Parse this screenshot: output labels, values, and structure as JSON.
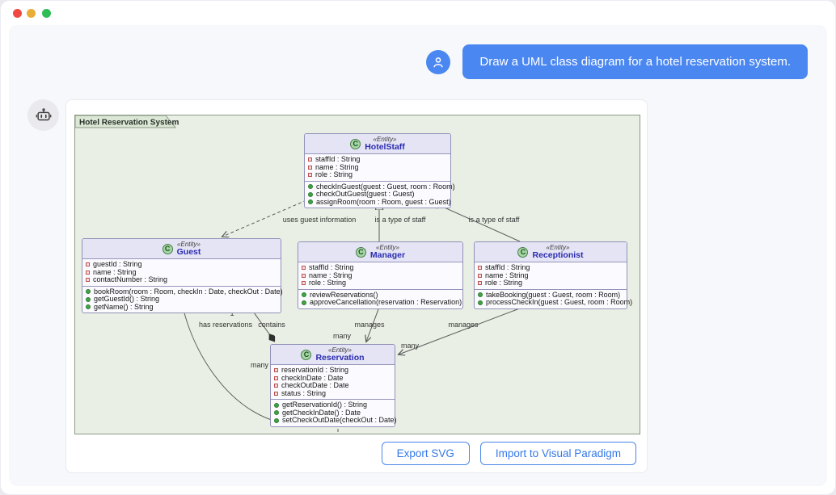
{
  "window": {
    "controls": [
      "close",
      "minimize",
      "maximize"
    ]
  },
  "chat": {
    "user_message": "Draw a UML class diagram for a hotel reservation system.",
    "user_avatar_icon": "user-icon",
    "assistant_avatar_icon": "robot-icon"
  },
  "diagram": {
    "frame_title": "Hotel Reservation System",
    "classes": [
      {
        "name": "HotelStaff",
        "stereotype": "«Entity»",
        "icon_letter": "C",
        "attributes": [
          "staffId : String",
          "name : String",
          "role : String"
        ],
        "methods": [
          "checkInGuest(guest : Guest, room : Room)",
          "checkOutGuest(guest : Guest)",
          "assignRoom(room : Room, guest : Guest)"
        ]
      },
      {
        "name": "Guest",
        "stereotype": "«Entity»",
        "icon_letter": "C",
        "attributes": [
          "guestId : String",
          "name : String",
          "contactNumber : String"
        ],
        "methods": [
          "bookRoom(room : Room, checkIn : Date, checkOut : Date)",
          "getGuestId() : String",
          "getName() : String"
        ]
      },
      {
        "name": "Manager",
        "stereotype": "«Entity»",
        "icon_letter": "C",
        "attributes": [
          "staffId : String",
          "name : String",
          "role : String"
        ],
        "methods": [
          "reviewReservations()",
          "approveCancellation(reservation : Reservation)"
        ]
      },
      {
        "name": "Receptionist",
        "stereotype": "«Entity»",
        "icon_letter": "C",
        "attributes": [
          "staffId : String",
          "name : String",
          "role : String"
        ],
        "methods": [
          "takeBooking(guest : Guest, room : Room)",
          "processCheckIn(guest : Guest, room : Room)"
        ]
      },
      {
        "name": "Reservation",
        "stereotype": "«Entity»",
        "icon_letter": "C",
        "attributes": [
          "reservationId : String",
          "checkInDate : Date",
          "checkOutDate : Date",
          "status : String"
        ],
        "methods": [
          "getReservationId() : String",
          "getCheckInDate() : Date",
          "setCheckOutDate(checkOut : Date)"
        ]
      }
    ],
    "relationships": [
      {
        "type": "dependency",
        "from": "HotelStaff",
        "to": "Guest",
        "label": "uses guest information"
      },
      {
        "type": "generalization",
        "from": "Manager",
        "to": "HotelStaff",
        "label": "is a type of staff"
      },
      {
        "type": "generalization",
        "from": "Receptionist",
        "to": "HotelStaff",
        "label": "is a type of staff"
      },
      {
        "type": "association",
        "from": "Guest",
        "to": "Reservation",
        "label": "has reservations",
        "to_multiplicity": "many"
      },
      {
        "type": "composition",
        "from": "Guest",
        "to": "Reservation",
        "label": "contains",
        "from_multiplicity": "1"
      },
      {
        "type": "association",
        "from": "Manager",
        "to": "Reservation",
        "label": "manages",
        "to_multiplicity": "many"
      },
      {
        "type": "association",
        "from": "Receptionist",
        "to": "Reservation",
        "label": "manages",
        "to_multiplicity": "many"
      }
    ],
    "colors": {
      "frame_background": "#e9efe4",
      "class_header": "#e4e4f5",
      "class_body": "#fbfbff",
      "class_border": "#9191b8",
      "class_name_text": "#2b2bb0",
      "edge_stroke": "#5a5a5a"
    }
  },
  "actions": {
    "export_svg": "Export SVG",
    "import_vp": "Import to Visual Paradigm"
  },
  "accent": {
    "bubble_blue": "#4b87f0",
    "button_blue": "#3478e8",
    "traffic_red": "#ee4a41",
    "traffic_yellow": "#e9ae35",
    "traffic_green": "#2fbd55"
  }
}
